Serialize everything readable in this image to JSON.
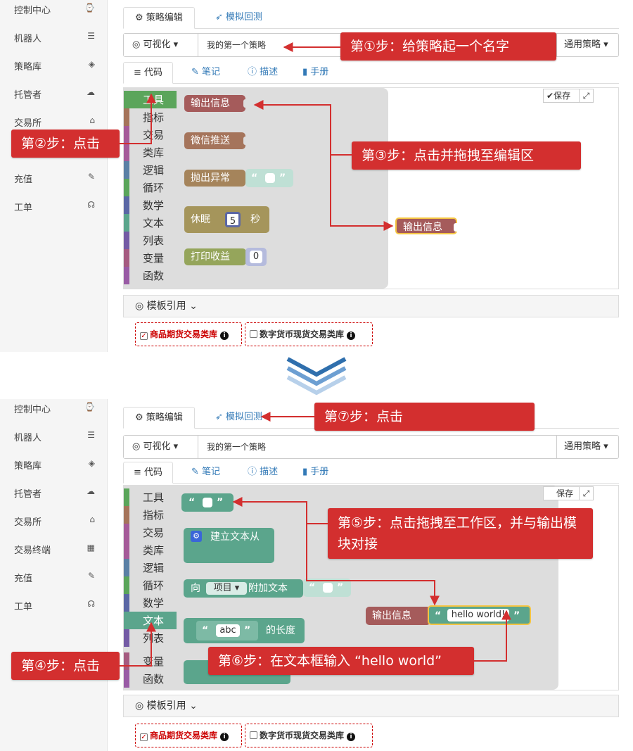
{
  "sidebar1": [
    {
      "label": "控制中心",
      "icon": "⌚"
    },
    {
      "label": "机器人",
      "icon": "☰"
    },
    {
      "label": "策略库",
      "icon": "◈"
    },
    {
      "label": "托管者",
      "icon": "☁"
    },
    {
      "label": "交易所",
      "icon": "⌂"
    },
    {
      "label": "充值",
      "icon": "✎"
    },
    {
      "label": "工单",
      "icon": "☊"
    }
  ],
  "sidebar2": [
    {
      "label": "控制中心",
      "icon": "⌚"
    },
    {
      "label": "机器人",
      "icon": "☰"
    },
    {
      "label": "策略库",
      "icon": "◈"
    },
    {
      "label": "托管者",
      "icon": "☁"
    },
    {
      "label": "交易所",
      "icon": "⌂"
    },
    {
      "label": "交易终端",
      "icon": "▦"
    },
    {
      "label": "充值",
      "icon": "✎"
    },
    {
      "label": "工单",
      "icon": "☊"
    }
  ],
  "tabs": {
    "edit": "策略编辑",
    "backtest": "模拟回测"
  },
  "editor": {
    "mode": "可视化",
    "name": "我的第一个策略",
    "type": "通用策略",
    "subtabs": [
      "代码",
      "笔记",
      "描述",
      "手册"
    ],
    "save": "保存"
  },
  "toolbox": [
    "工具",
    "指标",
    "交易",
    "类库",
    "逻辑",
    "循环",
    "数学",
    "文本",
    "列表",
    "变量",
    "函数"
  ],
  "colors": {
    "toolbox": [
      "#5ba55b",
      "#a5745b",
      "#a55b99",
      "#a55b99",
      "#5b80a5",
      "#5ba55b",
      "#5b67a5",
      "#5ba58c",
      "#745ba5",
      "#a55b80",
      "#995ba5"
    ],
    "callout": "#d32f2f",
    "text_block": "#5ba58c"
  },
  "blocks1": {
    "output": "输出信息",
    "wechat": "微信推送",
    "throw": "抛出异常",
    "sleep": "休眠",
    "sleep_value": "5",
    "sleep_unit": "秒",
    "profit": "打印收益",
    "profit_value": "0",
    "dragged": "输出信息"
  },
  "blocks2": {
    "create_text": "建立文本从",
    "append_to": "向",
    "append_item": "项目",
    "append_text": "附加文本",
    "length_of": "的长度",
    "length_value": "abc",
    "output": "输出信息",
    "hello": "hello world!"
  },
  "callouts": {
    "step1": "第①步：给策略起一个名字",
    "step2": "第②步：点击",
    "step3": "第③步：点击并拖拽至编辑区",
    "step4": "第④步：点击",
    "step5": "第⑤步：点击拖拽至工作区，并与输出模块对接",
    "step6": "第⑥步：在文本框输入 “hello world”",
    "step7": "第⑦步：点击"
  },
  "template": {
    "title": "模板引用",
    "lib1": "商品期货交易类库",
    "lib2": "数字货币现货交易类库"
  }
}
